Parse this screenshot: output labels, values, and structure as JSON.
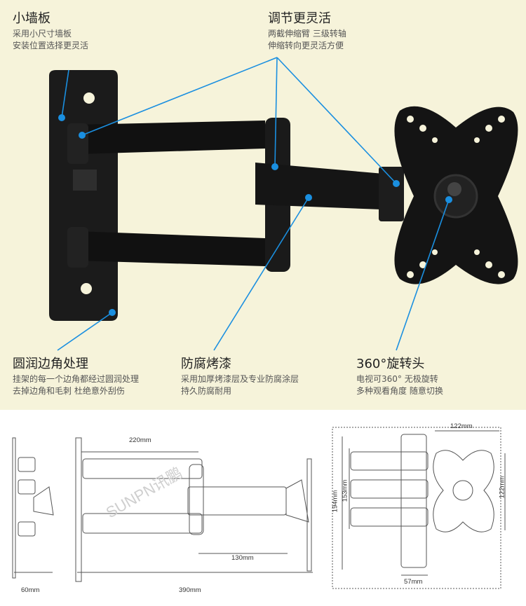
{
  "features": [
    {
      "title": "小墙板",
      "lines": [
        "采用小尺寸墙板",
        "安装位置选择更灵活"
      ]
    },
    {
      "title": "调节更灵活",
      "lines": [
        "两截伸缩臂  三级转轴",
        "伸缩转向更灵活方便"
      ]
    },
    {
      "title": "圆润边角处理",
      "lines": [
        "挂架的每一个边角都经过圆润处理",
        "去掉边角和毛刺  杜绝意外刮伤"
      ]
    },
    {
      "title": "防腐烤漆",
      "lines": [
        "采用加厚烤漆层及专业防腐涂层",
        "持久防腐耐用"
      ]
    },
    {
      "title": "360°旋转头",
      "lines": [
        "电视可360°  无极旋转",
        "多种观看角度  随意切换"
      ]
    }
  ],
  "dimensions": {
    "arm_length": "220mm",
    "arm_segment": "130mm",
    "depth_min": "60mm",
    "depth_max": "390mm",
    "plate_width": "122mm",
    "plate_height": "122mm",
    "wall_height": "194mm",
    "arm_height": "153mm",
    "base_depth": "57mm"
  },
  "watermark": "SUNPN讯鹏",
  "colors": {
    "accent": "#1a8fe0",
    "panel_bg": "#f6f3da",
    "metal": "#1b1b1b"
  }
}
